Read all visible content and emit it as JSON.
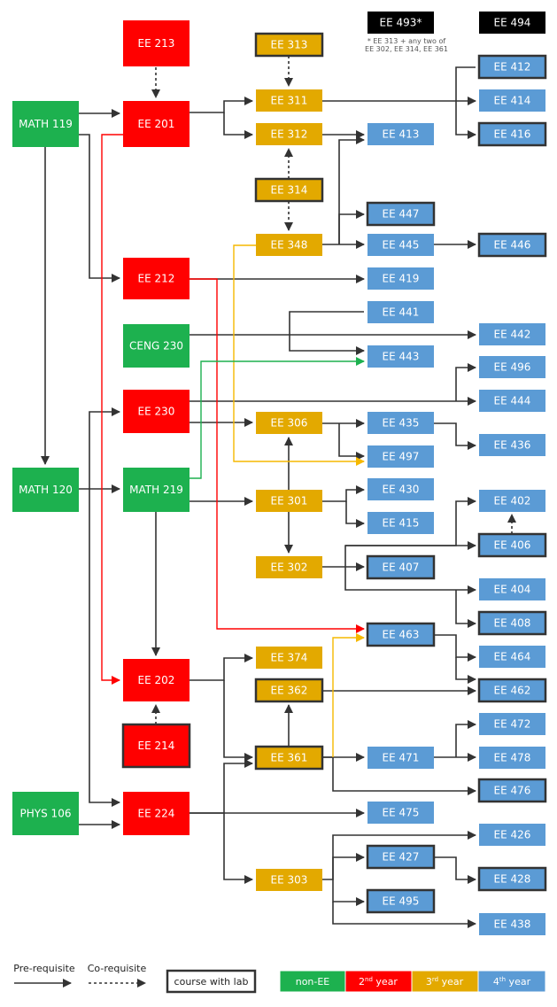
{
  "colors": {
    "green": "#1db14f",
    "red": "#ff0000",
    "gold": "#e3a900",
    "blue": "#5b9bd5",
    "black": "#000000",
    "line": "#333333",
    "prereq_red": "#ff0000",
    "coreq_gold": "#f5b800",
    "coreq_green": "#1db14f"
  },
  "courses": [
    {
      "id": "EE 213",
      "cat": "red",
      "lab": false
    },
    {
      "id": "MATH 119",
      "cat": "green",
      "lab": false
    },
    {
      "id": "EE 201",
      "cat": "red",
      "lab": false
    },
    {
      "id": "EE 212",
      "cat": "red",
      "lab": false
    },
    {
      "id": "CENG 230",
      "cat": "green",
      "lab": false
    },
    {
      "id": "EE 230",
      "cat": "red",
      "lab": false
    },
    {
      "id": "MATH 120",
      "cat": "green",
      "lab": false
    },
    {
      "id": "MATH 219",
      "cat": "green",
      "lab": false
    },
    {
      "id": "EE 202",
      "cat": "red",
      "lab": false
    },
    {
      "id": "EE 214",
      "cat": "red",
      "lab": true
    },
    {
      "id": "PHYS 106",
      "cat": "green",
      "lab": false
    },
    {
      "id": "EE 224",
      "cat": "red",
      "lab": false
    },
    {
      "id": "EE 313",
      "cat": "gold",
      "lab": true
    },
    {
      "id": "EE 311",
      "cat": "gold",
      "lab": false
    },
    {
      "id": "EE 312",
      "cat": "gold",
      "lab": false
    },
    {
      "id": "EE 314",
      "cat": "gold",
      "lab": true
    },
    {
      "id": "EE 348",
      "cat": "gold",
      "lab": false
    },
    {
      "id": "EE 306",
      "cat": "gold",
      "lab": false
    },
    {
      "id": "EE 301",
      "cat": "gold",
      "lab": false
    },
    {
      "id": "EE 302",
      "cat": "gold",
      "lab": false
    },
    {
      "id": "EE 374",
      "cat": "gold",
      "lab": false
    },
    {
      "id": "EE 362",
      "cat": "gold",
      "lab": true
    },
    {
      "id": "EE 361",
      "cat": "gold",
      "lab": true
    },
    {
      "id": "EE 303",
      "cat": "gold",
      "lab": false
    },
    {
      "id": "EE 493*",
      "cat": "black",
      "lab": false
    },
    {
      "id": "EE 494",
      "cat": "black",
      "lab": false
    },
    {
      "id": "EE 412",
      "cat": "blue",
      "lab": true
    },
    {
      "id": "EE 414",
      "cat": "blue",
      "lab": false
    },
    {
      "id": "EE 413",
      "cat": "blue",
      "lab": false
    },
    {
      "id": "EE 416",
      "cat": "blue",
      "lab": true
    },
    {
      "id": "EE 447",
      "cat": "blue",
      "lab": true
    },
    {
      "id": "EE 445",
      "cat": "blue",
      "lab": false
    },
    {
      "id": "EE 446",
      "cat": "blue",
      "lab": true
    },
    {
      "id": "EE 419",
      "cat": "blue",
      "lab": false
    },
    {
      "id": "EE 441",
      "cat": "blue",
      "lab": false
    },
    {
      "id": "EE 442",
      "cat": "blue",
      "lab": false
    },
    {
      "id": "EE 443",
      "cat": "blue",
      "lab": false
    },
    {
      "id": "EE 496",
      "cat": "blue",
      "lab": false
    },
    {
      "id": "EE 444",
      "cat": "blue",
      "lab": false
    },
    {
      "id": "EE 435",
      "cat": "blue",
      "lab": false
    },
    {
      "id": "EE 436",
      "cat": "blue",
      "lab": false
    },
    {
      "id": "EE 497",
      "cat": "blue",
      "lab": false
    },
    {
      "id": "EE 430",
      "cat": "blue",
      "lab": false
    },
    {
      "id": "EE 402",
      "cat": "blue",
      "lab": false
    },
    {
      "id": "EE 415",
      "cat": "blue",
      "lab": false
    },
    {
      "id": "EE 406",
      "cat": "blue",
      "lab": true
    },
    {
      "id": "EE 407",
      "cat": "blue",
      "lab": true
    },
    {
      "id": "EE 404",
      "cat": "blue",
      "lab": false
    },
    {
      "id": "EE 408",
      "cat": "blue",
      "lab": true
    },
    {
      "id": "EE 463",
      "cat": "blue",
      "lab": true
    },
    {
      "id": "EE 464",
      "cat": "blue",
      "lab": false
    },
    {
      "id": "EE 462",
      "cat": "blue",
      "lab": true
    },
    {
      "id": "EE 472",
      "cat": "blue",
      "lab": false
    },
    {
      "id": "EE 471",
      "cat": "blue",
      "lab": false
    },
    {
      "id": "EE 478",
      "cat": "blue",
      "lab": false
    },
    {
      "id": "EE 476",
      "cat": "blue",
      "lab": true
    },
    {
      "id": "EE 475",
      "cat": "blue",
      "lab": false
    },
    {
      "id": "EE 426",
      "cat": "blue",
      "lab": false
    },
    {
      "id": "EE 427",
      "cat": "blue",
      "lab": true
    },
    {
      "id": "EE 428",
      "cat": "blue",
      "lab": true
    },
    {
      "id": "EE 495",
      "cat": "blue",
      "lab": true
    },
    {
      "id": "EE 438",
      "cat": "blue",
      "lab": false
    }
  ],
  "footnote": {
    "line1": "* EE 313 + any two of",
    "line2": "EE 302, EE 314, EE 361"
  },
  "legend": {
    "prereq": "Pre-requisite",
    "coreq": "Co-requisite",
    "lab": "course with lab",
    "noneEE": "non-EE",
    "y2_num": "2",
    "y2_sup": "nd",
    "y2_word": " year",
    "y3_num": "3",
    "y3_sup": "rd",
    "y3_word": " year",
    "y4_num": "4",
    "y4_sup": "th",
    "y4_word": " year"
  }
}
